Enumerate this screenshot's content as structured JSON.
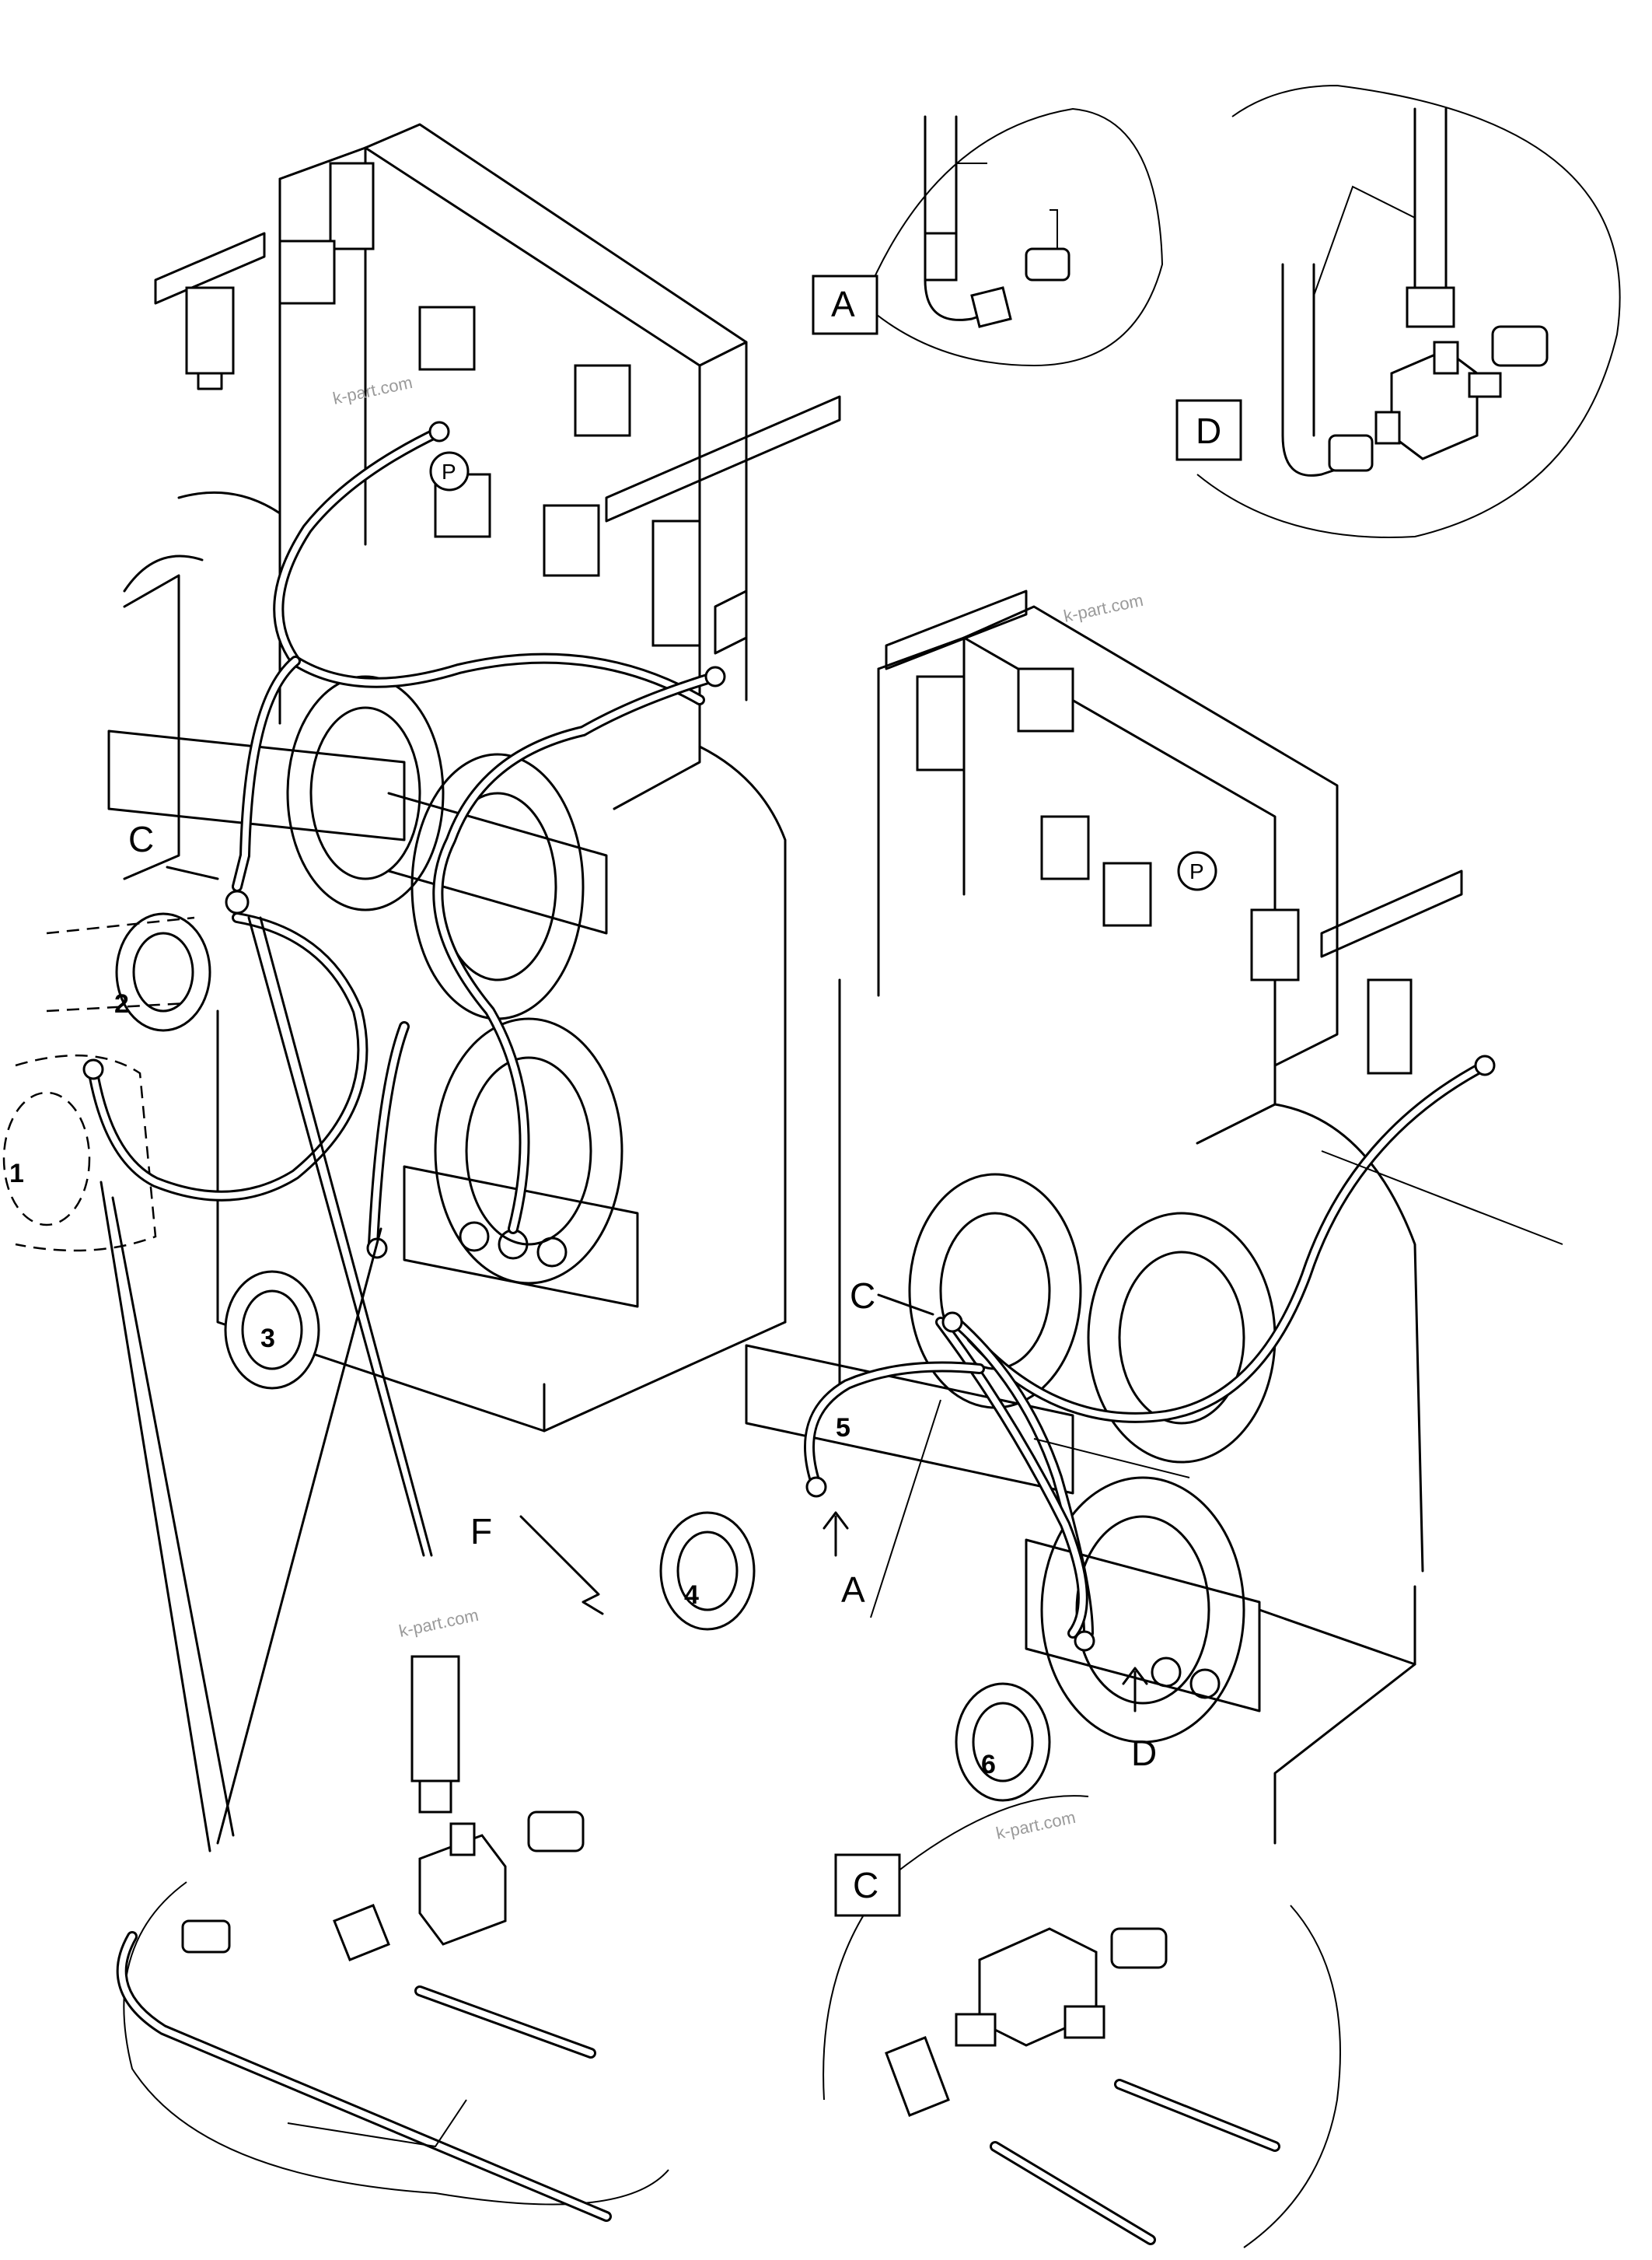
{
  "callouts": {
    "c1": "1",
    "c2": "2",
    "c3": "3",
    "c4": "4",
    "c5": "5",
    "c6": "6"
  },
  "views": {
    "a_box": "A",
    "d_box": "D",
    "c_box": "C"
  },
  "pointers": {
    "c_left": "C",
    "c_right": "C",
    "a_arrow": "A",
    "d_arrow": "D",
    "p_left": "P",
    "p_right": "P",
    "f_mark": "F"
  },
  "watermarks": [
    "k-part.com",
    "k-part.com",
    "k-part.com",
    "k-part.com"
  ]
}
